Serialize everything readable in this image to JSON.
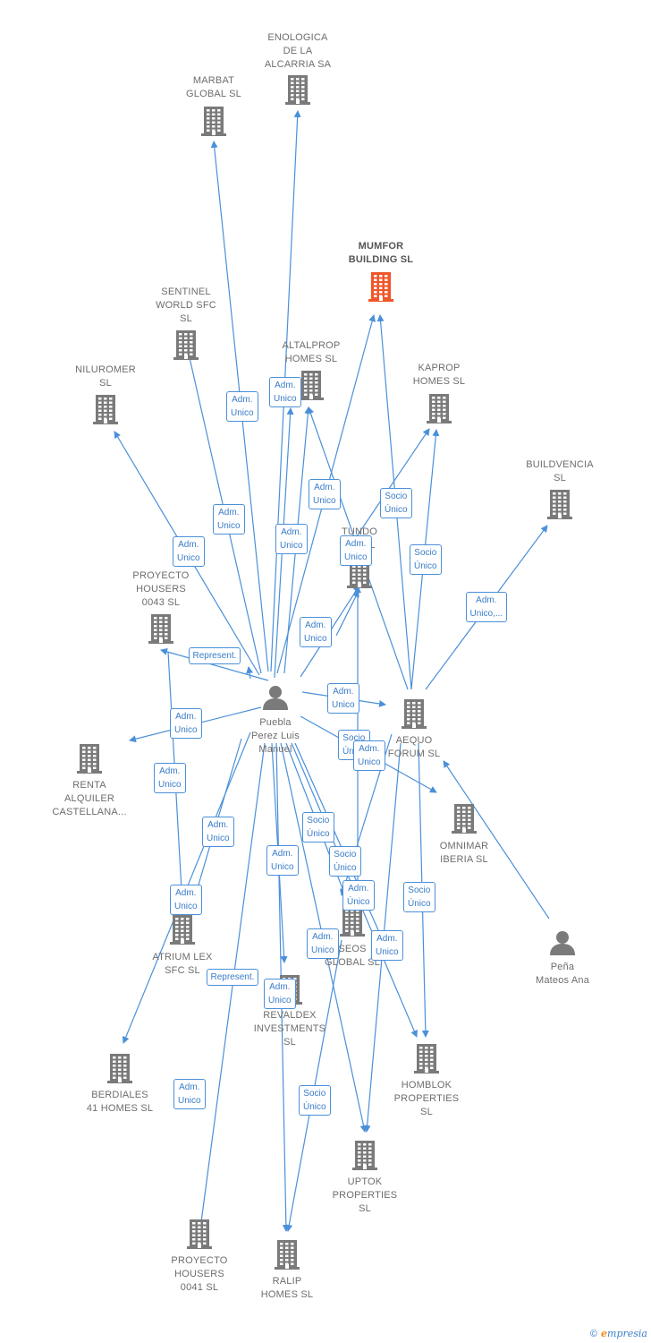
{
  "colors": {
    "building": "#7a7a7a",
    "main_building": "#f0562a",
    "person": "#7a7a7a",
    "edge": "#4a90d9"
  },
  "nodes": [
    {
      "id": "enologica",
      "label": "ENOLOGICA\nDE LA\nALCARRIA SA",
      "icon": "building-icon"
    },
    {
      "id": "marbat",
      "label": "MARBAT\nGLOBAL  SL",
      "icon": "building-icon"
    },
    {
      "id": "mumfor",
      "label": "MUMFOR\nBUILDING  SL",
      "icon": "building-icon",
      "main": true
    },
    {
      "id": "sentinel",
      "label": "SENTINEL\nWORLD SFC\nSL",
      "icon": "building-icon"
    },
    {
      "id": "altalprop",
      "label": "ALTALPROP\nHOMES  SL",
      "icon": "building-icon"
    },
    {
      "id": "niluromer",
      "label": "NILUROMER\nSL",
      "icon": "building-icon"
    },
    {
      "id": "kaprop",
      "label": "KAPROP\nHOMES  SL",
      "icon": "building-icon"
    },
    {
      "id": "buildvencia",
      "label": "BUILDVENCIA\nSL",
      "icon": "building-icon"
    },
    {
      "id": "tundo",
      "label": "TUNDO\nH...  SL",
      "icon": "building-icon"
    },
    {
      "id": "proyecto43",
      "label": "PROYECTO\nHOUSERS\n0043  SL",
      "icon": "building-icon"
    },
    {
      "id": "puebla",
      "label": "Puebla\nPerez Luis\nManuel",
      "icon": "person-icon"
    },
    {
      "id": "aequo",
      "label": "AEQUO\nFORUM  SL",
      "icon": "building-icon"
    },
    {
      "id": "renta",
      "label": "RENTA\nALQUILER\nCASTELLANA...",
      "icon": "building-icon"
    },
    {
      "id": "omnimar",
      "label": "OMNIMAR\nIBERIA  SL",
      "icon": "building-icon"
    },
    {
      "id": "atrium",
      "label": "ATRIUM LEX\nSFC  SL",
      "icon": "building-icon"
    },
    {
      "id": "seos",
      "label": "SEOS\nGLOBAL  SL",
      "icon": "building-icon"
    },
    {
      "id": "pena",
      "label": "Peña\nMateos Ana",
      "icon": "person-icon"
    },
    {
      "id": "revaldex",
      "label": "REVALDEX\nINVESTMENTS\nSL",
      "icon": "building-icon"
    },
    {
      "id": "berdiales",
      "label": "BERDIALES\n41 HOMES  SL",
      "icon": "building-icon"
    },
    {
      "id": "homblok",
      "label": "HOMBLOK\nPROPERTIES\nSL",
      "icon": "building-icon"
    },
    {
      "id": "uptok",
      "label": "UPTOK\nPROPERTIES\nSL",
      "icon": "building-icon"
    },
    {
      "id": "proyecto41",
      "label": "PROYECTO\nHOUSERS\n0041  SL",
      "icon": "building-icon"
    },
    {
      "id": "ralip",
      "label": "RALIP\nHOMES  SL",
      "icon": "building-icon"
    }
  ],
  "edge_labels": [
    {
      "id": "l1",
      "text": "Adm.\nUnico"
    },
    {
      "id": "l2",
      "text": "Adm.\nUnico"
    },
    {
      "id": "l3",
      "text": "Adm.\nUnico"
    },
    {
      "id": "l4",
      "text": "Adm.\nUnico"
    },
    {
      "id": "l5",
      "text": "Adm.\nUnico"
    },
    {
      "id": "l6",
      "text": "Socio\nÚnico"
    },
    {
      "id": "l7",
      "text": "Adm.\nUnico"
    },
    {
      "id": "l8",
      "text": "Adm.\nUnico"
    },
    {
      "id": "l9",
      "text": "Socio\nÚnico"
    },
    {
      "id": "l10",
      "text": "Adm.\nUnico,..."
    },
    {
      "id": "l11",
      "text": "Represent."
    },
    {
      "id": "l12",
      "text": "Adm.\nUnico"
    },
    {
      "id": "l13",
      "text": "Adm.\nUnico"
    },
    {
      "id": "l14",
      "text": "Adm.\nUnico"
    },
    {
      "id": "l15",
      "text": "Socio\nÚnico"
    },
    {
      "id": "l16",
      "text": "Adm.\nUnico"
    },
    {
      "id": "l17",
      "text": "Adm.\nUnico"
    },
    {
      "id": "l18",
      "text": "Adm.\nUnico"
    },
    {
      "id": "l19",
      "text": "Socio\nÚnico"
    },
    {
      "id": "l20",
      "text": "Adm.\nUnico"
    },
    {
      "id": "l21",
      "text": "Adm.\nUnico"
    },
    {
      "id": "l22",
      "text": "Socio\nÚnico"
    },
    {
      "id": "l23",
      "text": "Adm.\nÚnico"
    },
    {
      "id": "l24",
      "text": "Socio\nÚnico"
    },
    {
      "id": "l25",
      "text": "Adm.\nUnico"
    },
    {
      "id": "l26",
      "text": "Represent."
    },
    {
      "id": "l27",
      "text": "Adm.\nUnico"
    },
    {
      "id": "l28",
      "text": "Adm.\nUnico"
    },
    {
      "id": "l29",
      "text": "Socio\nÚnico"
    },
    {
      "id": "l30",
      "text": "Adm.\nUnico"
    }
  ],
  "footer": {
    "copyright": "©",
    "brand_e": "e",
    "brand_rest": "mpresia"
  }
}
